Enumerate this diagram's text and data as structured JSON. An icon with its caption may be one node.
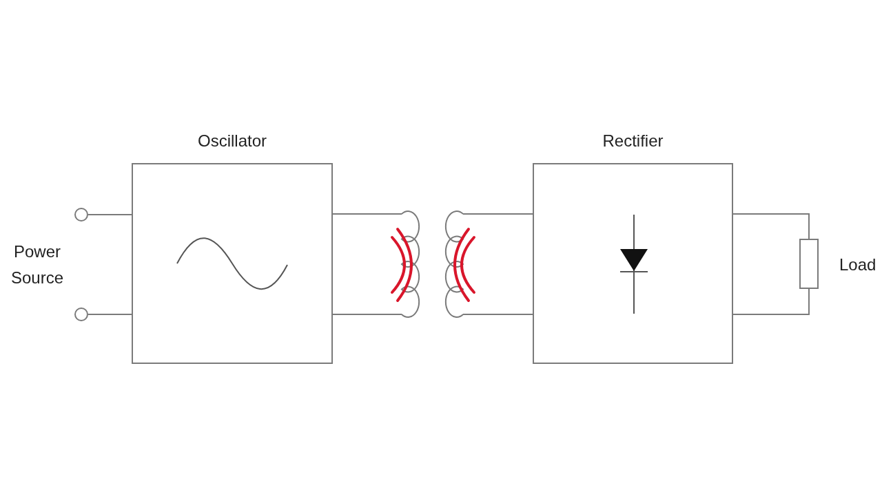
{
  "diagram": {
    "nodes": [
      {
        "text": [
          "Oscillator"
        ]
      },
      {
        "text": [
          "Rectifier"
        ]
      },
      {
        "text": [],
        "shape": "circle"
      },
      {
        "text": [],
        "shape": "circle"
      },
      {
        "text": [],
        "shape": "coil"
      },
      {
        "text": [],
        "shape": "coil"
      },
      {
        "text": [],
        "shape": "box",
        "beside": [
          "Load"
        ]
      }
    ],
    "edges": [
      {
        "from": 2,
        "to": 0,
        "arrow": "none"
      },
      {
        "from": 3,
        "to": 0,
        "arrow": "none"
      },
      {
        "from": 0,
        "to": 4,
        "arrow": "none"
      },
      {
        "from": 0,
        "to": 4,
        "arrow": "none"
      },
      {
        "from": 5,
        "to": 1,
        "arrow": "none"
      },
      {
        "from": 5,
        "to": 1,
        "arrow": "none"
      },
      {
        "from": 1,
        "to": 6,
        "arrow": "none"
      },
      {
        "from": 1,
        "to": 6,
        "arrow": "none"
      }
    ],
    "labels": [
      "Power Source"
    ]
  }
}
